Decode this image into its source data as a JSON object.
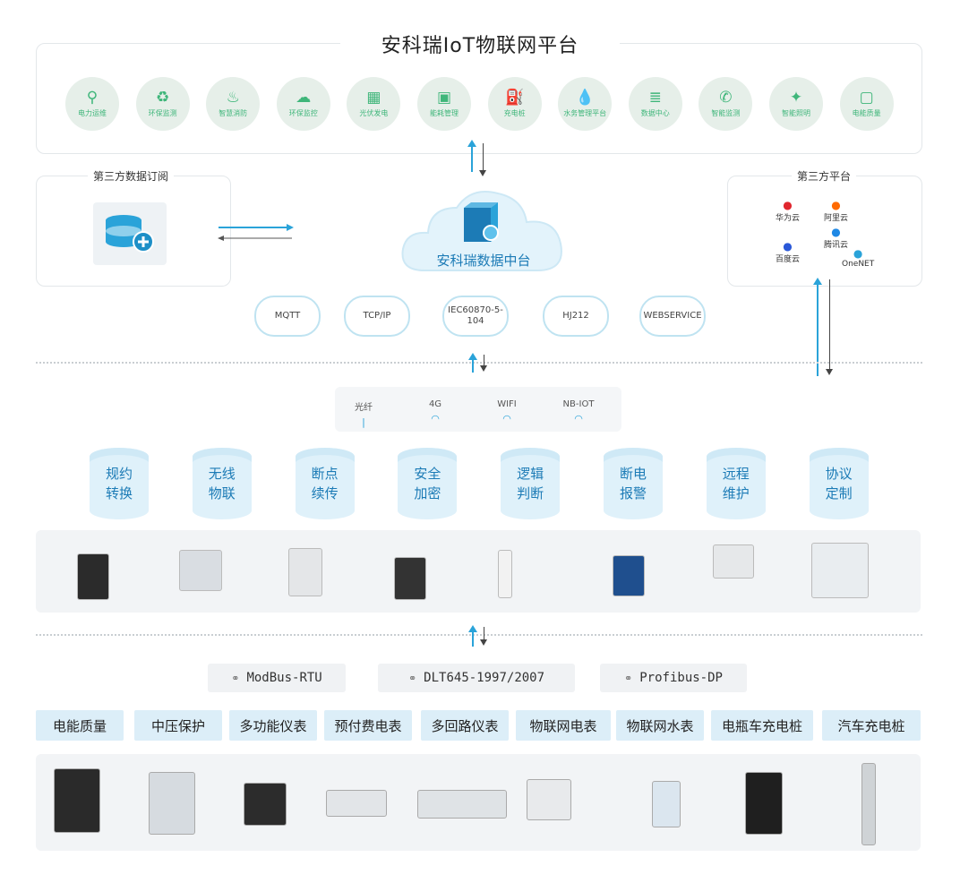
{
  "title": "安科瑞IoT物联网平台",
  "apps": [
    {
      "icon": "map-pin-icon",
      "glyph": "⚲",
      "label": "电力运维"
    },
    {
      "icon": "recycle-icon",
      "glyph": "♻",
      "label": "环保监测"
    },
    {
      "icon": "flame-icon",
      "glyph": "♨",
      "label": "智慧消防"
    },
    {
      "icon": "cloud-icon",
      "glyph": "☁",
      "label": "环保监控"
    },
    {
      "icon": "solar-panel-icon",
      "glyph": "▦",
      "label": "光伏发电"
    },
    {
      "icon": "meter-icon",
      "glyph": "▣",
      "label": "能耗管理"
    },
    {
      "icon": "charger-icon",
      "glyph": "⛽",
      "label": "充电桩"
    },
    {
      "icon": "water-drop-icon",
      "glyph": "💧",
      "label": "水务管理平台"
    },
    {
      "icon": "database-icon",
      "glyph": "≣",
      "label": "数据中心"
    },
    {
      "icon": "antenna-icon",
      "glyph": "✆",
      "label": "智能监测"
    },
    {
      "icon": "bulb-icon",
      "glyph": "✦",
      "label": "智能照明"
    },
    {
      "icon": "screen-icon",
      "glyph": "▢",
      "label": "电能质量"
    }
  ],
  "left_panel": {
    "title": "第三方数据订阅"
  },
  "center_cloud": {
    "label": "安科瑞数据中台"
  },
  "right_panel": {
    "title": "第三方平台",
    "vendors": [
      {
        "name": "华为云",
        "color": "#e0262e"
      },
      {
        "name": "阿里云",
        "color": "#ff6a00"
      },
      {
        "name": "百度云",
        "color": "#2a58d8"
      },
      {
        "name": "腾讯云",
        "color": "#1e88e5"
      },
      {
        "name": "OneNET",
        "color": "#2aa3d9"
      }
    ]
  },
  "protocols_cloud": [
    "MQTT",
    "TCP/IP",
    "IEC60870-5-104",
    "HJ212",
    "WEBSERVICE"
  ],
  "networks": [
    "光纤",
    "4G",
    "WIFI",
    "NB-IOT"
  ],
  "features": [
    "规约\n转换",
    "无线\n物联",
    "断点\n续传",
    "安全\n加密",
    "逻辑\n判断",
    "断电\n报警",
    "远程\n维护",
    "协议\n定制"
  ],
  "bus_protocols": [
    "ModBus-RTU",
    "DLT645-1997/2007",
    "Profibus-DP"
  ],
  "categories": [
    "电能质量",
    "中压保护",
    "多功能仪表",
    "预付费电表",
    "多回路仪表",
    "物联网电表",
    "物联网水表",
    "电瓶车充电桩",
    "汽车充电桩"
  ],
  "colors": {
    "accent": "#2aa3d9",
    "app_green": "#3fb67a",
    "feature_text": "#1c7bb6"
  }
}
